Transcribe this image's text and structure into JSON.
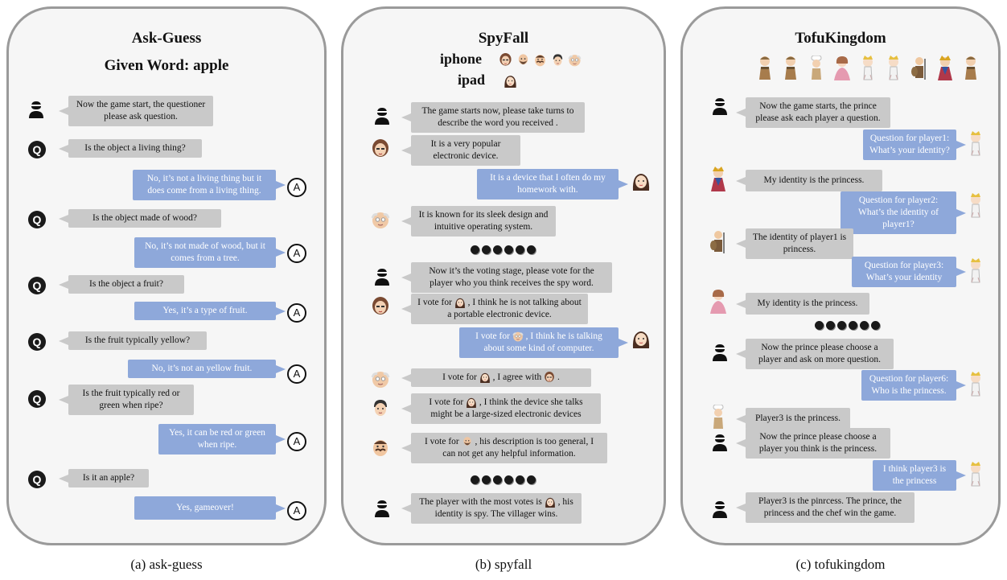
{
  "colors": {
    "gray_bubble": "#c9c9c9",
    "blue_bubble": "#8ea8da",
    "panel_border": "#9a9a9a"
  },
  "icons": {
    "host": "host-silhouette-icon",
    "questioner": "q-icon",
    "answerer": "a-icon",
    "players": "player-portrait-icon",
    "ellipsis": "ellipsis-dots-icon"
  },
  "panels": [
    {
      "title": "Ask-Guess",
      "subtitle": "Given Word: apple",
      "caption": "(a)  ask-guess",
      "q_label": "Q",
      "a_label": "A",
      "messages": [
        "Now the game start, the questioner please ask question.",
        "Is the object a living thing?",
        "No, it’s not a living thing but it does come from a living thing.",
        "Is the object made of wood?",
        "No, it’s not made of wood, but it comes from a tree.",
        "Is the object a fruit?",
        "Yes, it’s a type of fruit.",
        "Is the fruit typically yellow?",
        "No, it’s not an yellow fruit.",
        "Is the fruit typically red or green when ripe?",
        "Yes, it can be red or green when ripe.",
        "Is it an apple?",
        "Yes, gameover!"
      ]
    },
    {
      "title": "SpyFall",
      "word1": "iphone",
      "word2": "ipad",
      "caption": "(b)  spyfall",
      "messages": [
        "The game starts now, please take turns to describe the word you received .",
        "It is a very popular electronic device.",
        "It is a device that I often do my homework with.",
        "It is known for its sleek design and intuitive operating system.",
        "Now it’s the voting stage, please vote for the player who you think receives the spy word.",
        "I vote for",
        ", I think he is not talking about a portable electronic device.",
        "I vote for",
        ", I think he is talking about some kind of computer.",
        "I vote for",
        ", I agree with",
        ".",
        "I vote for",
        ", I think the device she talks might be a large-sized electronic devices",
        "I vote for",
        ", his description is too general, I can not get any helpful information.",
        "The player with the most votes is",
        ", his identity is spy. The villager wins."
      ]
    },
    {
      "title": "TofuKingdom",
      "caption": "(c)  tofukingdom",
      "messages": [
        "Now the game starts, the prince please ask each player a question.",
        "Question for player1: What’s your identity?",
        "My identity is the princess.",
        "Question for player2: What’s the identity of player1?",
        "The identity of player1 is princess.",
        "Question for player3: What’s your identity",
        "My identity is the princess.",
        "Now the prince please choose a player and ask on more question.",
        "Question for player6: Who is the princess.",
        "Player3 is the princess.",
        "Now the prince please choose a player you think is the princess.",
        "I think player3 is the princess",
        "Player3 is the pinrcess. The prince, the princess and the chef win the game."
      ]
    }
  ]
}
